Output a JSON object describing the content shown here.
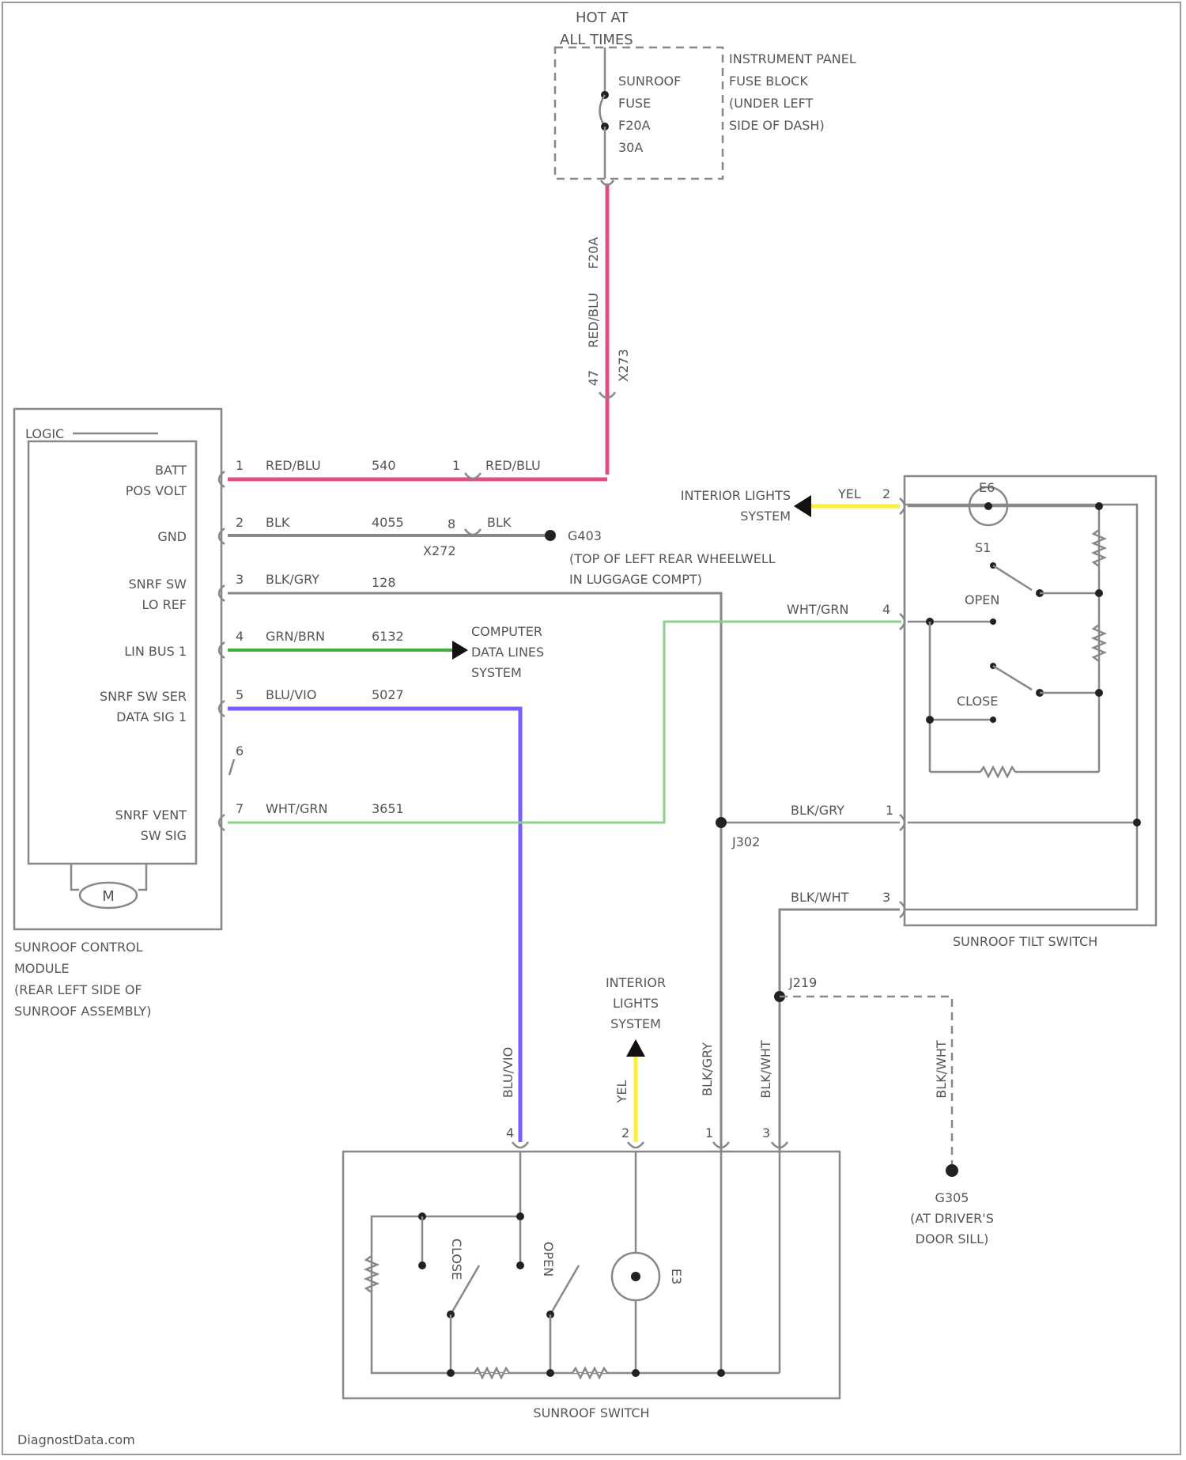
{
  "fuse": {
    "hot_line1": "HOT AT",
    "hot_line2": "ALL TIMES",
    "name_line1": "SUNROOF",
    "name_line2": "FUSE",
    "name_line3": "F20A",
    "name_line4": "30A",
    "block_line1": "INSTRUMENT PANEL",
    "block_line2": "FUSE BLOCK",
    "block_line3": "(UNDER LEFT",
    "block_line4": "SIDE OF DASH)",
    "wire_id": "F20A",
    "wire_color": "RED/BLU",
    "pin": "47",
    "connector": "X273"
  },
  "module": {
    "section": "LOGIC",
    "title_line1": "SUNROOF CONTROL",
    "title_line2": "MODULE",
    "title_line3": "(REAR LEFT SIDE OF",
    "title_line4": "SUNROOF ASSEMBLY)",
    "motor": "M",
    "pins": [
      {
        "label1": "BATT",
        "label2": "POS VOLT",
        "num": "1",
        "color": "RED/BLU",
        "circuit": "540"
      },
      {
        "label1": "GND",
        "label2": "",
        "num": "2",
        "color": "BLK",
        "circuit": "4055"
      },
      {
        "label1": "SNRF SW",
        "label2": "LO REF",
        "num": "3",
        "color": "BLK/GRY",
        "circuit": "128"
      },
      {
        "label1": "LIN BUS 1",
        "label2": "",
        "num": "4",
        "color": "GRN/BRN",
        "circuit": "6132"
      },
      {
        "label1": "SNRF SW SER",
        "label2": "DATA SIG 1",
        "num": "5",
        "color": "BLU/VIO",
        "circuit": "5027"
      },
      {
        "label1": "",
        "label2": "",
        "num": "6",
        "color": "",
        "circuit": ""
      },
      {
        "label1": "SNRF VENT",
        "label2": "SW SIG",
        "num": "7",
        "color": "WHT/GRN",
        "circuit": "3651"
      }
    ]
  },
  "x272": {
    "pin1": "1",
    "color1": "RED/BLU",
    "pin2": "8",
    "color2": "BLK",
    "name": "X272"
  },
  "g403": {
    "name": "G403",
    "desc_line1": "(TOP OF LEFT REAR WHEELWELL",
    "desc_line2": "IN LUGGAGE COMPT)"
  },
  "data_lines": {
    "line1": "COMPUTER",
    "line2": "DATA LINES",
    "line3": "SYSTEM"
  },
  "tilt_switch": {
    "title": "SUNROOF TILT SWITCH",
    "lamp_label": "E6",
    "switch_label": "S1",
    "open": "OPEN",
    "close": "CLOSE",
    "int_lights_line1": "INTERIOR LIGHTS",
    "int_lights_line2": "SYSTEM",
    "yel": "YEL",
    "yel_pin": "2",
    "wht_grn": "WHT/GRN",
    "wht_pin": "4",
    "blk_gry": "BLK/GRY",
    "blk_gry_pin": "1",
    "blk_wht": "BLK/WHT",
    "blk_wht_pin": "3"
  },
  "splices": {
    "j302": "J302",
    "j219": "J219"
  },
  "sunroof_switch": {
    "title": "SUNROOF SWITCH",
    "close": "CLOSE",
    "open": "OPEN",
    "lamp": "E3",
    "int_line1": "INTERIOR",
    "int_line2": "LIGHTS",
    "int_line3": "SYSTEM",
    "wires": [
      {
        "color": "BLU/VIO",
        "pin": "4"
      },
      {
        "color": "YEL",
        "pin": "2"
      },
      {
        "color": "BLK/GRY",
        "pin": "1"
      },
      {
        "color": "BLK/WHT",
        "pin": "3"
      }
    ]
  },
  "g305": {
    "wire": "BLK/WHT",
    "name": "G305",
    "desc_line1": "(AT DRIVER'S",
    "desc_line2": "DOOR SILL)"
  },
  "footer": "DiagnostData.com",
  "colors": {
    "red": "#e0507a",
    "gray": "#888888",
    "green": "#3fae3f",
    "light_green": "#8ecf8e",
    "violet": "#7b5cff",
    "yellow": "#ffee33"
  }
}
